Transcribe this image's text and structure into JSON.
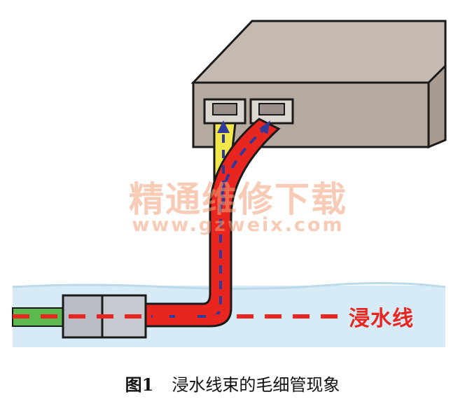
{
  "figure": {
    "label": "浸水线",
    "caption": {
      "number": "图1",
      "text": "浸水线束的毛细管现象"
    },
    "watermark": {
      "title": "精通维修下载",
      "url": "www.gzweix.com"
    },
    "colors": {
      "water": "#d6ebf6",
      "device": "#c4bab1",
      "wire_red": "#e8261f",
      "wire_yellow": "#f2e84a",
      "wire_green": "#5cb84f",
      "arrow": "#2f3a9a",
      "waterline": "#e8261f"
    }
  }
}
